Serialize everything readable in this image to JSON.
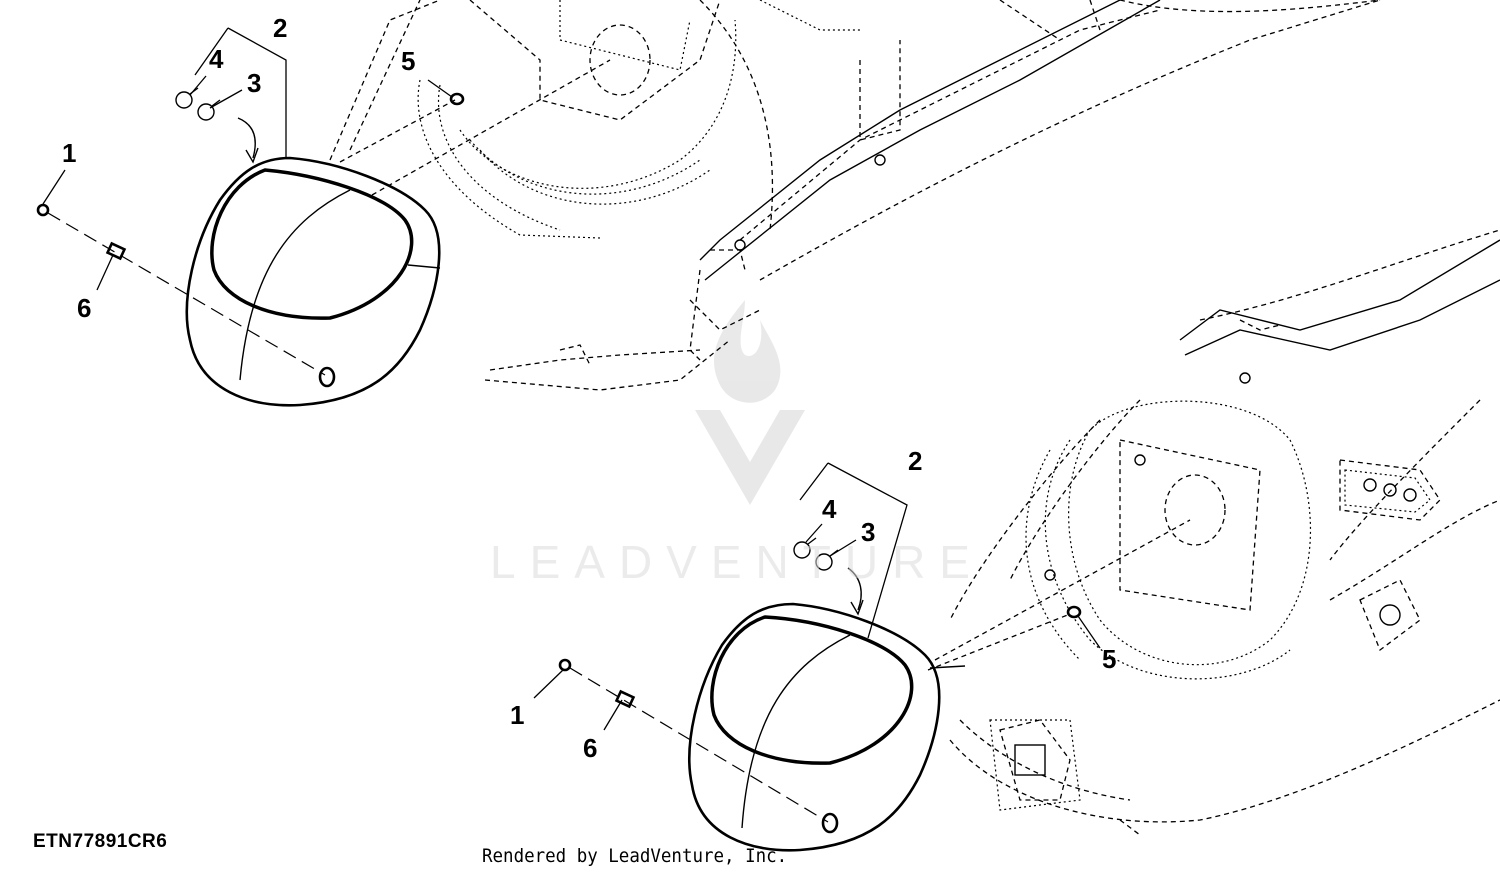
{
  "figure": {
    "id": "ETN77891CR6",
    "credit": "Rendered by LeadVenture, Inc.",
    "watermark": "LEADVENTURE"
  },
  "callouts": {
    "upper": {
      "c1": "1",
      "c2": "2",
      "c3": "3",
      "c4": "4",
      "c5": "5",
      "c6": "6"
    },
    "lower": {
      "c1": "1",
      "c2": "2",
      "c3": "3",
      "c4": "4",
      "c5": "5",
      "c6": "6"
    }
  }
}
